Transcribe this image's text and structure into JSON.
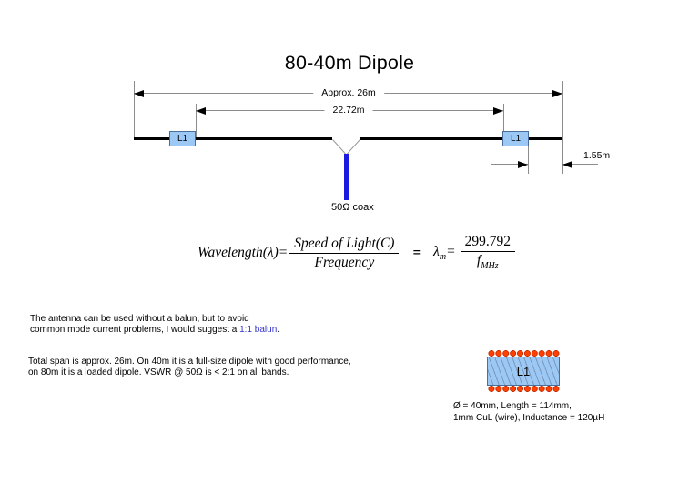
{
  "title": "80-40m Dipole",
  "diagram": {
    "dim_total_label": "Approx. 26m",
    "dim_inner_label": "22.72m",
    "dim_end_label": "1.55m",
    "coil_left_label": "L1",
    "coil_right_label": "L1",
    "coax_label": "50Ω coax"
  },
  "formula": {
    "lhs": "Wavelength(λ)=",
    "numerator1": "Speed of Light(C)",
    "denominator1": "Frequency",
    "equivalence": "=",
    "lambda": "λ",
    "lambda_sub": "m",
    "equals2": "=",
    "numerator2": "299.792",
    "den2_base": "f",
    "den2_sub": "MHz"
  },
  "notes": {
    "balun_line1": "The antenna can be used without a balun, but to avoid",
    "balun_line2_prefix": "common mode current problems, I would suggest a ",
    "balun_link": "1:1 balun",
    "balun_line2_suffix": ".",
    "span_line1": "Total span is approx. 26m. On 40m it is a full-size dipole with good performance,",
    "span_line2": "on 80m it is a loaded dipole. VSWR @ 50Ω is < 2:1 on all bands."
  },
  "coil_detail": {
    "label": "L1",
    "spec_line1": "Ø = 40mm, Length = 114mm,",
    "spec_line2": "1mm CuL (wire), Inductance = 120µH"
  },
  "colors": {
    "coil_fill": "#9cc8f5",
    "coil_border": "#4a6f9b",
    "coax_blue": "#1a1ae0",
    "link_blue": "#3333cc",
    "dot_orange": "#ff4000",
    "dot_orange_dark": "#c22800",
    "line_gray": "#8c8c8c",
    "wire_black": "#000000"
  }
}
